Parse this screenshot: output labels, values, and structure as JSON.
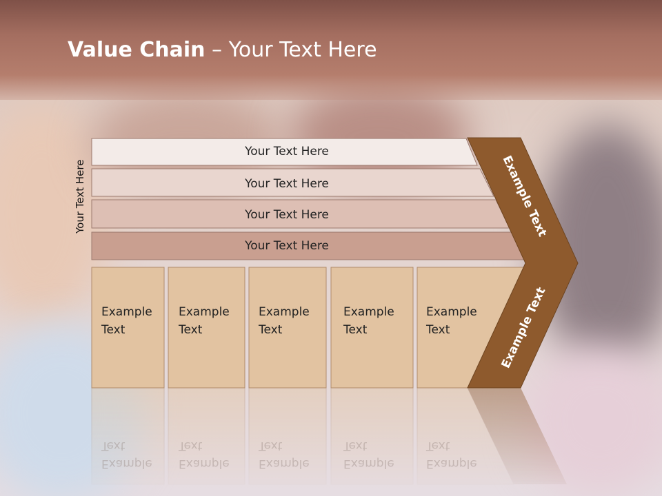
{
  "slide": {
    "title_bold": "Value Chain",
    "title_rest": " – Your Text Here",
    "side_label": "Your Text Here"
  },
  "rows": [
    {
      "label": "Your Text Here",
      "color": "#f3ebe8"
    },
    {
      "label": "Your Text Here",
      "color": "#e9d6cf"
    },
    {
      "label": "Your Text Here",
      "color": "#ddbfb4"
    },
    {
      "label": "Your Text Here",
      "color": "#c99f90"
    }
  ],
  "cells": [
    {
      "line1": "Example",
      "line2": "Text"
    },
    {
      "line1": "Example",
      "line2": "Text"
    },
    {
      "line1": "Example",
      "line2": "Text"
    },
    {
      "line1": "Example",
      "line2": "Text"
    },
    {
      "line1": "Example",
      "line2": "Text"
    }
  ],
  "chevron_upper": "Example Text",
  "chevron_lower": "Example Text",
  "colors": {
    "cell_fill": "#e2c3a1",
    "chevron_fill": "#8e5a2d",
    "title_bar": "#a46e60"
  }
}
